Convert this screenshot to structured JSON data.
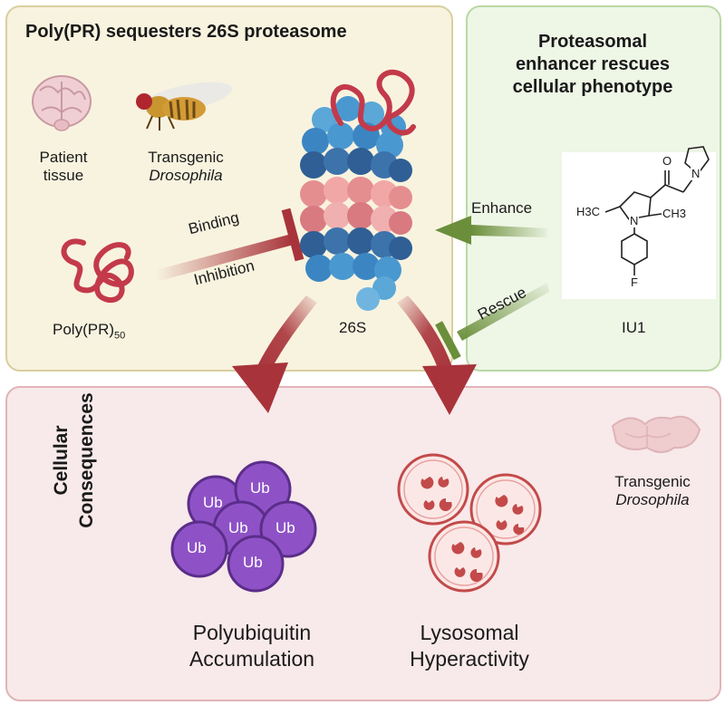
{
  "top_left_panel": {
    "title": "Poly(PR) sequesters 26S proteasome",
    "patient_tissue": [
      "Patient",
      "tissue"
    ],
    "transgenic_top": "Transgenic",
    "drosophila_top": "Drosophila",
    "poly_pr_label": "Poly(PR)",
    "poly_pr_subscript": "50",
    "binding_label": "Binding",
    "inhibition_label": "Inhibition",
    "proteasome_label": "26S"
  },
  "top_right_panel": {
    "title": [
      "Proteasomal",
      "enhancer rescues",
      "cellular phenotype"
    ],
    "enhance_label": "Enhance",
    "rescue_label": "Rescue",
    "compound_label": "IU1",
    "atoms": {
      "oxygen": "O",
      "nitrogen_ring": "N",
      "nitrogen_pyrrole": "N",
      "fluorine": "F",
      "methyl_left": "H3C",
      "methyl_right": "CH3"
    }
  },
  "bottom_panel": {
    "side_title": [
      "Cellular",
      "Consequences"
    ],
    "ub_label": "Ub",
    "polyubiquitin": [
      "Polyubiquitin",
      "Accumulation"
    ],
    "lysosomal": [
      "Lysosomal",
      "Hyperactivity"
    ],
    "transgenic_bottom": "Transgenic",
    "drosophila_bottom": "Drosophila"
  },
  "colors": {
    "arrow_red": "#a8333a",
    "arrow_green": "#6a8e3a",
    "ub_purple": "#8e52c6",
    "poly_pr_red": "#c33a4a"
  }
}
